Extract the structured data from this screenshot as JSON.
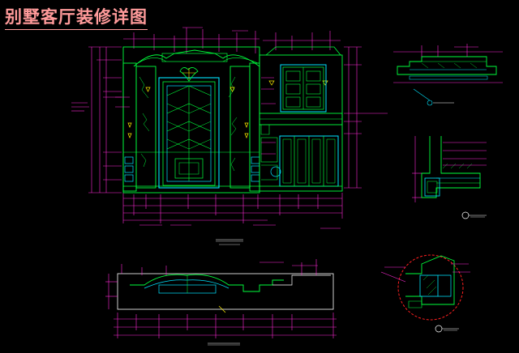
{
  "drawing": {
    "title": "别墅客厅装修详图",
    "colors": {
      "background": "#000000",
      "title": "#ff9a9a",
      "linework_green": "#00ff3c",
      "linework_cyan": "#00e5ff",
      "dimension_magenta": "#ff2bd6",
      "leader_red": "#ff2020",
      "ornament_yellow": "#ffee00",
      "annotation_white": "#ffffff"
    },
    "views": [
      "main-elevation",
      "plan-section",
      "top-right-section",
      "middle-right-section",
      "circular-detail"
    ]
  }
}
